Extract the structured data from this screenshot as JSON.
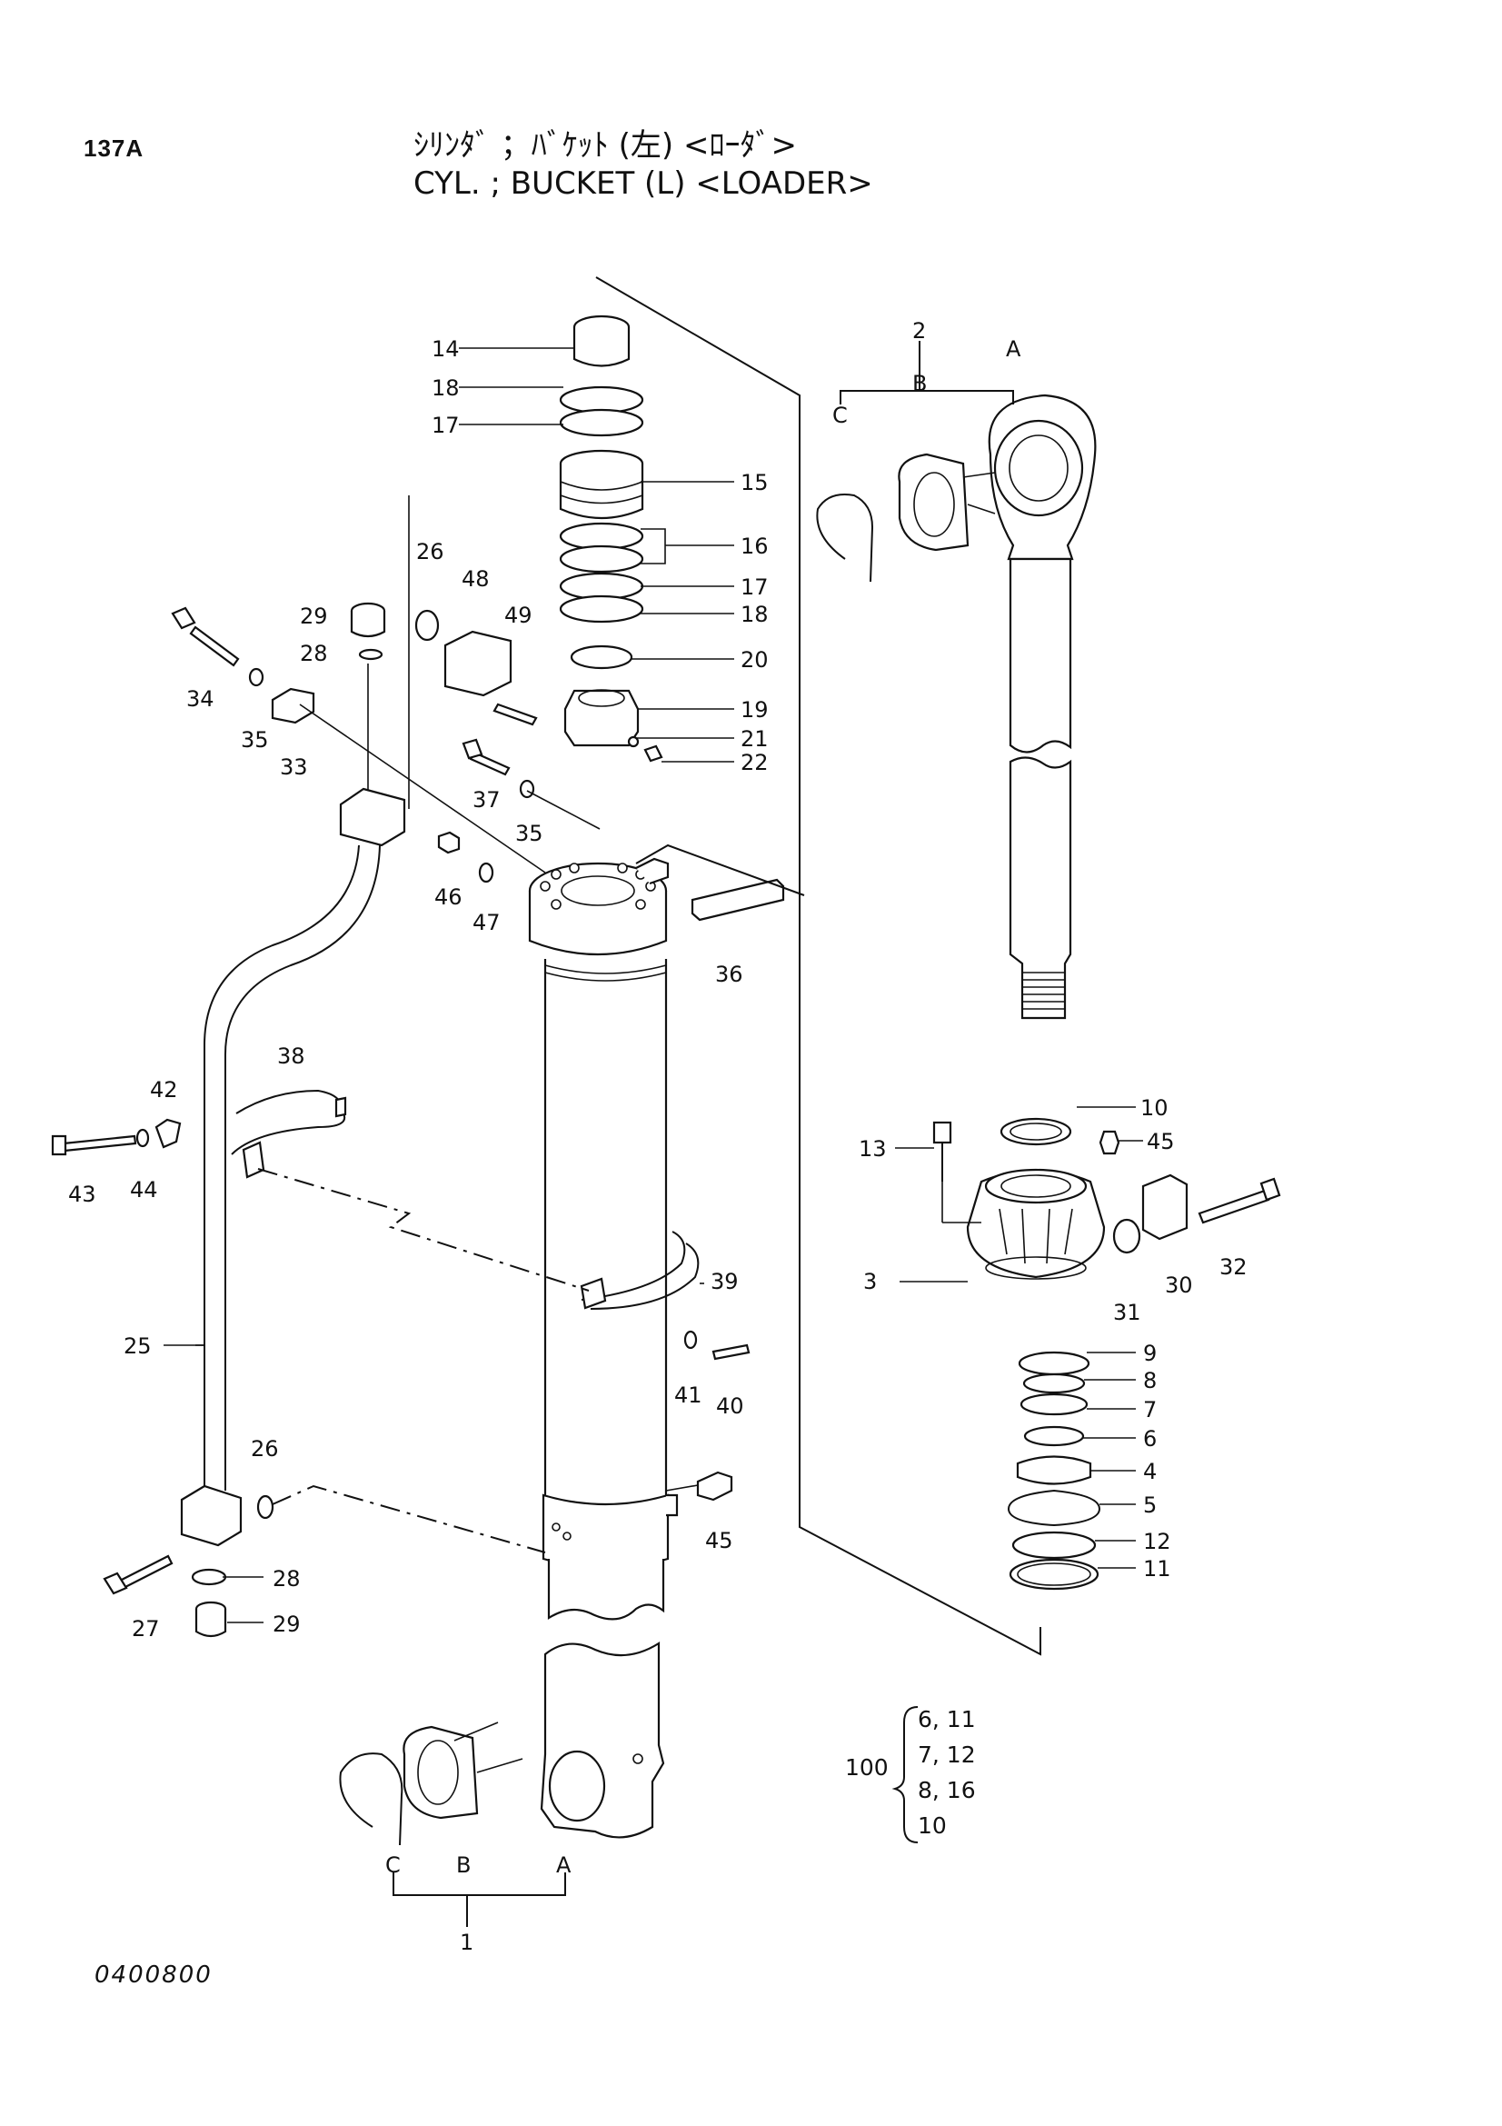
{
  "header": {
    "page_number": "137A",
    "title_jp": "ｼﾘﾝﾀﾞ ；ﾊﾞｹｯﾄ (左) <ﾛｰﾀﾞ>",
    "title_en": "CYL. ; BUCKET (L) <LOADER>"
  },
  "footer": {
    "drawing_code": "0400800"
  },
  "kit": {
    "number": "100",
    "items": [
      "6, 11",
      "7, 12",
      "8, 16",
      "10"
    ]
  },
  "callouts": {
    "c1": "1",
    "c2": "2",
    "c3": "3",
    "c4": "4",
    "c5": "5",
    "c6": "6",
    "c7": "7",
    "c8": "8",
    "c9": "9",
    "c10": "10",
    "c11": "11",
    "c12": "12",
    "c13": "13",
    "c14": "14",
    "c15": "15",
    "c16": "16",
    "c17a": "17",
    "c17b": "17",
    "c18a": "18",
    "c18b": "18",
    "c19": "19",
    "c20": "20",
    "c21": "21",
    "c22": "22",
    "c25": "25",
    "c26a": "26",
    "c26b": "26",
    "c27": "27",
    "c28a": "28",
    "c28b": "28",
    "c29a": "29",
    "c29b": "29",
    "c30": "30",
    "c31": "31",
    "c32": "32",
    "c33": "33",
    "c34": "34",
    "c35a": "35",
    "c35b": "35",
    "c36": "36",
    "c37": "37",
    "c38": "38",
    "c39": "39",
    "c40": "40",
    "c41": "41",
    "c42": "42",
    "c43": "43",
    "c44": "44",
    "c45a": "45",
    "c45b": "45",
    "c46": "46",
    "c47": "47",
    "c48": "48",
    "c49": "49",
    "rodA": "A",
    "rodB": "B",
    "rodC": "C",
    "tubeA": "A",
    "tubeB": "B",
    "tubeC": "C"
  }
}
